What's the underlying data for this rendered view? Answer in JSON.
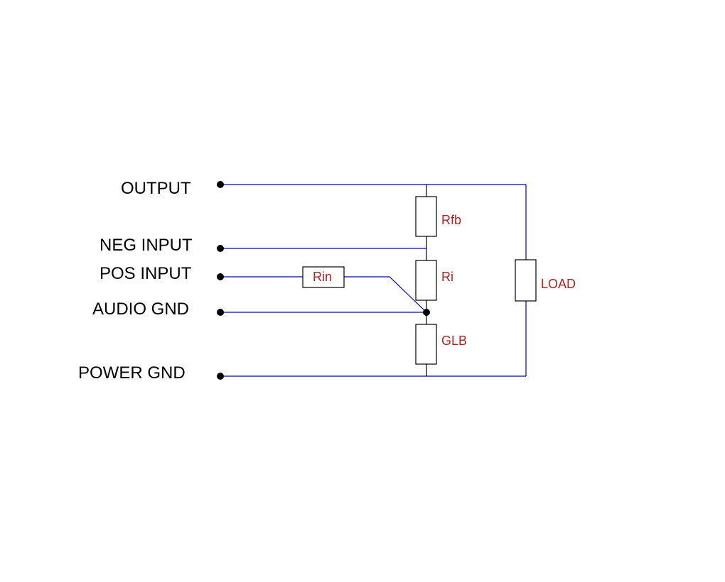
{
  "terminals": {
    "output": "OUTPUT",
    "neg_input": "NEG INPUT",
    "pos_input": "POS INPUT",
    "audio_gnd": "AUDIO GND",
    "power_gnd": "POWER GND"
  },
  "components": {
    "rfb": "Rfb",
    "ri": "Ri",
    "rin": "Rin",
    "glb": "GLB",
    "load": "LOAD"
  },
  "colors": {
    "wire": "#0000c8",
    "component_label": "#b22222",
    "terminal_label": "#000000"
  }
}
